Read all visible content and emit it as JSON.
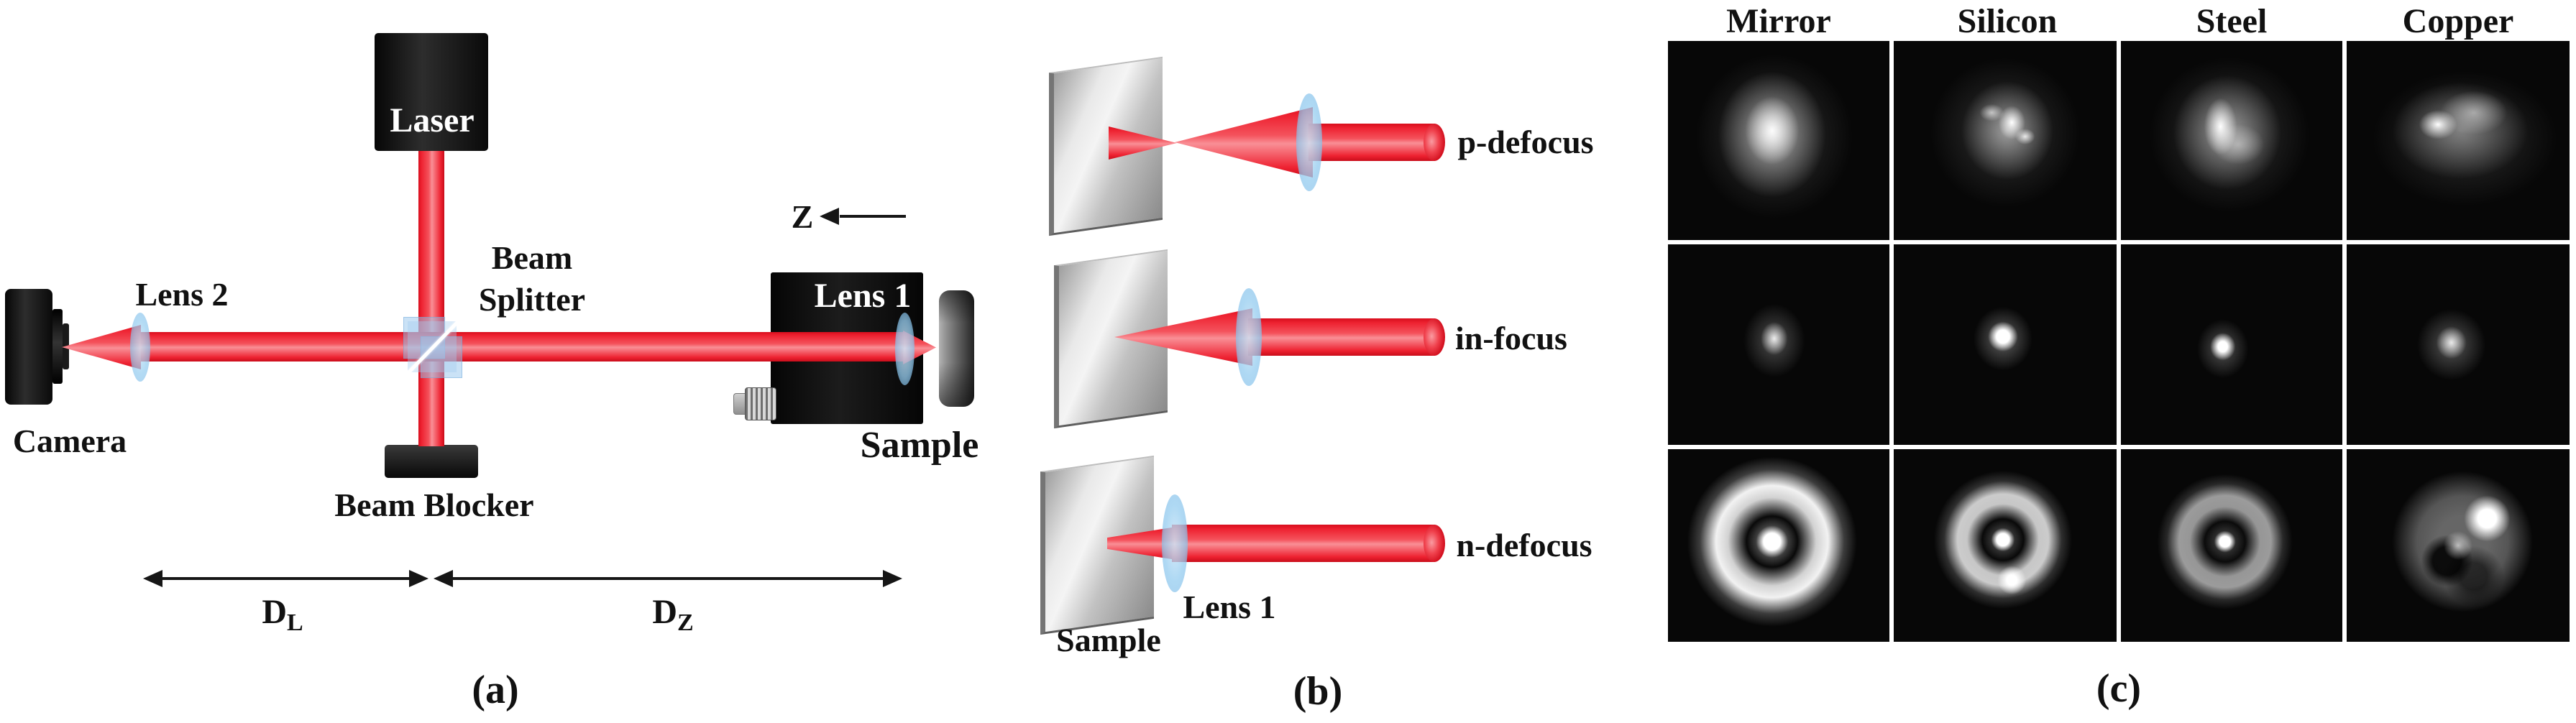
{
  "panel_a": {
    "caption": "(a)",
    "laser_label": "Laser",
    "beam_splitter_label": {
      "line1": "Beam",
      "line2": "Splitter"
    },
    "lens2_label": "Lens 2",
    "camera_label": "Camera",
    "lens1_label": "Lens 1",
    "sample_label": "Sample",
    "beam_blocker_label": "Beam Blocker",
    "z_axis_label": "Z",
    "distance_left": {
      "base": "D",
      "sub": "L"
    },
    "distance_right": {
      "base": "D",
      "sub": "Z"
    }
  },
  "panel_b": {
    "caption": "(b)",
    "row_labels": [
      "p-defocus",
      "in-focus",
      "n-defocus"
    ],
    "lens1_label": "Lens 1",
    "sample_label": "Sample"
  },
  "panel_c": {
    "caption": "(c)",
    "columns": [
      "Mirror",
      "Silicon",
      "Steel",
      "Copper"
    ],
    "row_count": 3,
    "tile_names": [
      "mirror-p-defocus",
      "silicon-p-defocus",
      "steel-p-defocus",
      "copper-p-defocus",
      "mirror-in-focus",
      "silicon-in-focus",
      "steel-in-focus",
      "copper-in-focus",
      "mirror-n-defocus",
      "silicon-n-defocus",
      "steel-n-defocus",
      "copper-n-defocus"
    ]
  },
  "colors": {
    "beam_red": "#ee2231",
    "beam_highlight": "#f98f96",
    "lens_blue": "#96cdf0",
    "plate_gray": "#c2c2c2",
    "tile_background": "#070707",
    "text_black": "#111111"
  }
}
